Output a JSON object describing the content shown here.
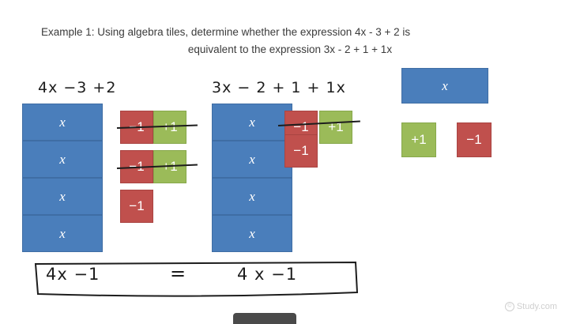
{
  "prompt": {
    "line1": "Example 1: Using  algebra tiles, determine whether the expression 4x - 3 + 2 is",
    "line2": "equivalent to the expression 3x - 2 + 1 + 1x"
  },
  "expressions": {
    "left_label": "4x −3 +2",
    "right_label": "3x − 2 + 1 + 1x"
  },
  "groups": {
    "left": {
      "x_tiles": [
        {
          "label": "x"
        },
        {
          "label": "x"
        },
        {
          "label": "x"
        },
        {
          "label": "x"
        }
      ],
      "unit_tiles": [
        {
          "label": "−1",
          "sign": "negative"
        },
        {
          "label": "+1",
          "sign": "positive"
        },
        {
          "label": "−1",
          "sign": "negative"
        },
        {
          "label": "+1",
          "sign": "positive"
        },
        {
          "label": "−1",
          "sign": "negative"
        }
      ],
      "cancel_count": 2
    },
    "right": {
      "x_tiles": [
        {
          "label": "x"
        },
        {
          "label": "x"
        },
        {
          "label": "x"
        },
        {
          "label": "x"
        }
      ],
      "unit_tiles": [
        {
          "label": "−1",
          "sign": "negative"
        },
        {
          "label": "+1",
          "sign": "positive"
        },
        {
          "label": "−1",
          "sign": "negative"
        }
      ],
      "cancel_count": 1
    }
  },
  "legend": {
    "x_tile": "x",
    "positive_tile": "+1",
    "negative_tile": "−1"
  },
  "answer": {
    "left": "4x −1",
    "equals": "=",
    "right": "4 x −1"
  },
  "watermark": {
    "mark": "©",
    "text": "Study.com"
  },
  "colors": {
    "x_tile": "#4a7ebb",
    "positive_tile": "#9bbb59",
    "negative_tile": "#c0504d",
    "ink": "#1d1d1d",
    "text": "#3b3b3b"
  }
}
